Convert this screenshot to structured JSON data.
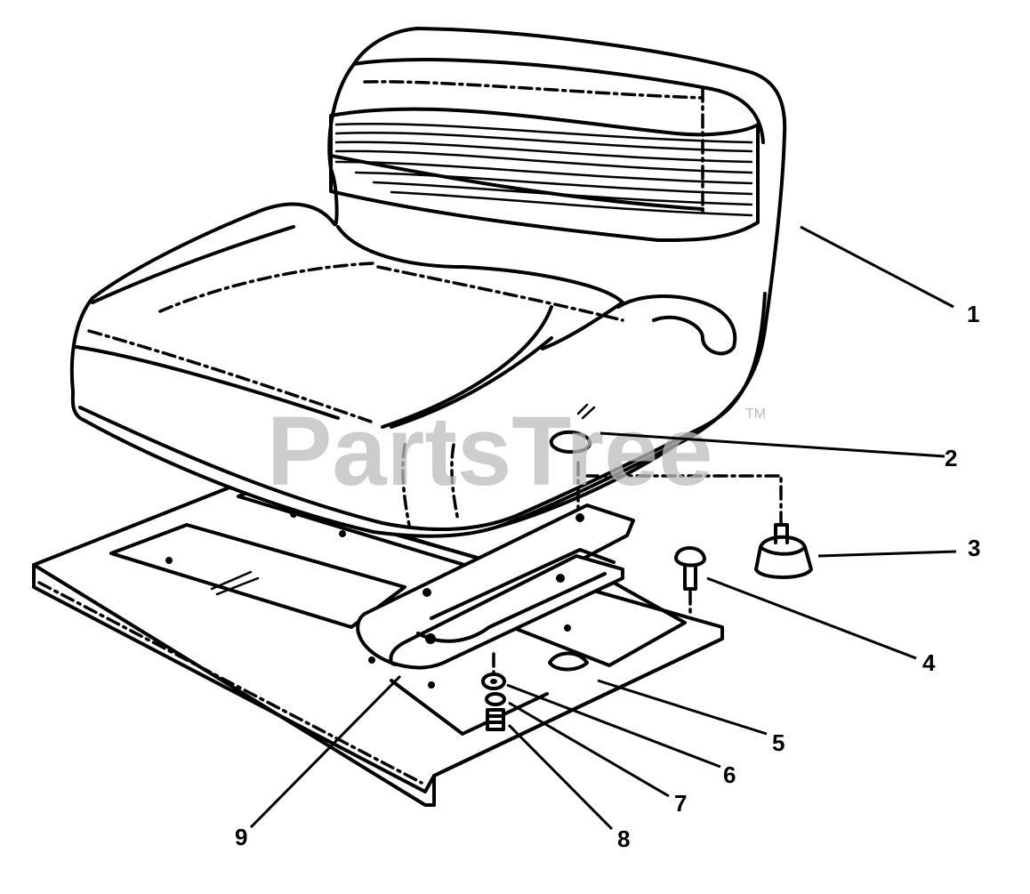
{
  "watermark": {
    "text": "PartsTree",
    "trademark": "TM"
  },
  "callouts": [
    "1",
    "2",
    "3",
    "4",
    "5",
    "6",
    "7",
    "8",
    "9"
  ]
}
